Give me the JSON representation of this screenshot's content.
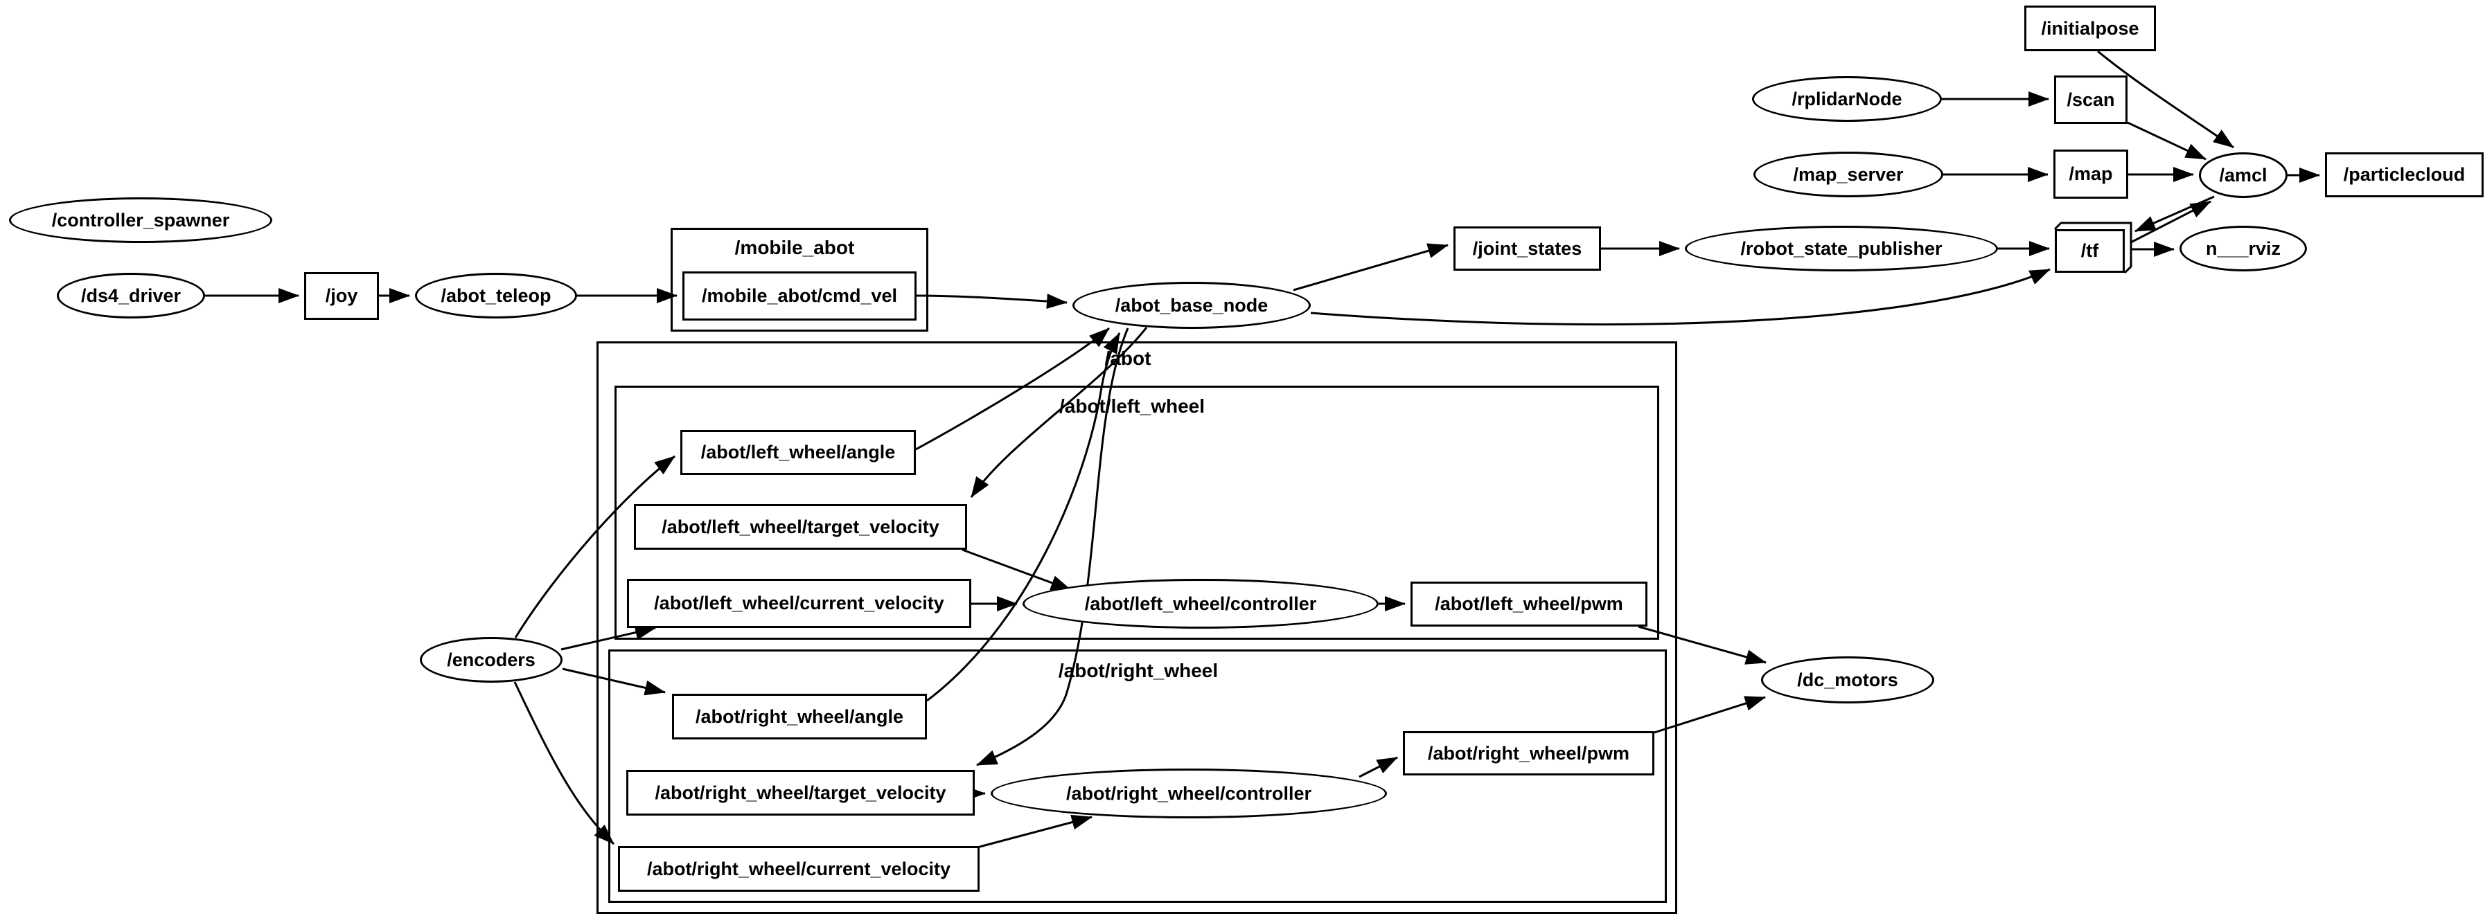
{
  "clusters": {
    "mobile_abot": {
      "label": "/mobile_abot"
    },
    "abot": {
      "label": "/abot"
    },
    "left_wheel": {
      "label": "/abot/left_wheel"
    },
    "right_wheel": {
      "label": "/abot/right_wheel"
    }
  },
  "nodes": {
    "controller_spawner": {
      "label": "/controller_spawner"
    },
    "ds4_driver": {
      "label": "/ds4_driver"
    },
    "abot_teleop": {
      "label": "/abot_teleop"
    },
    "abot_base_node": {
      "label": "/abot_base_node"
    },
    "rplidarNode": {
      "label": "/rplidarNode"
    },
    "map_server": {
      "label": "/map_server"
    },
    "robot_state_publisher": {
      "label": "/robot_state_publisher"
    },
    "amcl": {
      "label": "/amcl"
    },
    "rviz": {
      "label": "n___rviz"
    },
    "encoders": {
      "label": "/encoders"
    },
    "dc_motors": {
      "label": "/dc_motors"
    },
    "left_wheel_controller": {
      "label": "/abot/left_wheel/controller"
    },
    "right_wheel_controller": {
      "label": "/abot/right_wheel/controller"
    }
  },
  "topics": {
    "joy": {
      "label": "/joy"
    },
    "cmd_vel": {
      "label": "/mobile_abot/cmd_vel"
    },
    "initialpose": {
      "label": "/initialpose"
    },
    "scan": {
      "label": "/scan"
    },
    "map": {
      "label": "/map"
    },
    "tf": {
      "label": "/tf"
    },
    "joint_states": {
      "label": "/joint_states"
    },
    "particlecloud": {
      "label": "/particlecloud"
    },
    "left_angle": {
      "label": "/abot/left_wheel/angle"
    },
    "left_target_velocity": {
      "label": "/abot/left_wheel/target_velocity"
    },
    "left_current_velocity": {
      "label": "/abot/left_wheel/current_velocity"
    },
    "left_pwm": {
      "label": "/abot/left_wheel/pwm"
    },
    "right_angle": {
      "label": "/abot/right_wheel/angle"
    },
    "right_target_velocity": {
      "label": "/abot/right_wheel/target_velocity"
    },
    "right_pwm": {
      "label": "/abot/right_wheel/pwm"
    },
    "right_current_velocity": {
      "label": "/abot/right_wheel/current_velocity"
    }
  },
  "edges": [
    {
      "from": "ds4_driver",
      "to": "joy"
    },
    {
      "from": "joy",
      "to": "abot_teleop"
    },
    {
      "from": "abot_teleop",
      "to": "cmd_vel"
    },
    {
      "from": "cmd_vel",
      "to": "abot_base_node"
    },
    {
      "from": "abot_base_node",
      "to": "joint_states"
    },
    {
      "from": "abot_base_node",
      "to": "tf"
    },
    {
      "from": "abot_base_node",
      "to": "left_target_velocity"
    },
    {
      "from": "abot_base_node",
      "to": "right_target_velocity"
    },
    {
      "from": "left_angle",
      "to": "abot_base_node"
    },
    {
      "from": "right_angle",
      "to": "abot_base_node"
    },
    {
      "from": "encoders",
      "to": "left_angle"
    },
    {
      "from": "encoders",
      "to": "left_current_velocity"
    },
    {
      "from": "encoders",
      "to": "right_angle"
    },
    {
      "from": "encoders",
      "to": "right_current_velocity"
    },
    {
      "from": "left_target_velocity",
      "to": "left_wheel_controller"
    },
    {
      "from": "left_current_velocity",
      "to": "left_wheel_controller"
    },
    {
      "from": "left_wheel_controller",
      "to": "left_pwm"
    },
    {
      "from": "left_pwm",
      "to": "dc_motors"
    },
    {
      "from": "right_target_velocity",
      "to": "right_wheel_controller"
    },
    {
      "from": "right_current_velocity",
      "to": "right_wheel_controller"
    },
    {
      "from": "right_wheel_controller",
      "to": "right_pwm"
    },
    {
      "from": "right_pwm",
      "to": "dc_motors"
    },
    {
      "from": "joint_states",
      "to": "robot_state_publisher"
    },
    {
      "from": "robot_state_publisher",
      "to": "tf"
    },
    {
      "from": "tf",
      "to": "rviz"
    },
    {
      "from": "tf",
      "to": "amcl"
    },
    {
      "from": "amcl",
      "to": "tf"
    },
    {
      "from": "rplidarNode",
      "to": "scan"
    },
    {
      "from": "scan",
      "to": "amcl"
    },
    {
      "from": "map_server",
      "to": "map"
    },
    {
      "from": "map",
      "to": "amcl"
    },
    {
      "from": "initialpose",
      "to": "amcl"
    },
    {
      "from": "amcl",
      "to": "particlecloud"
    }
  ],
  "colors": {
    "stroke": "#000000",
    "background": "#ffffff",
    "text": "#000000"
  }
}
